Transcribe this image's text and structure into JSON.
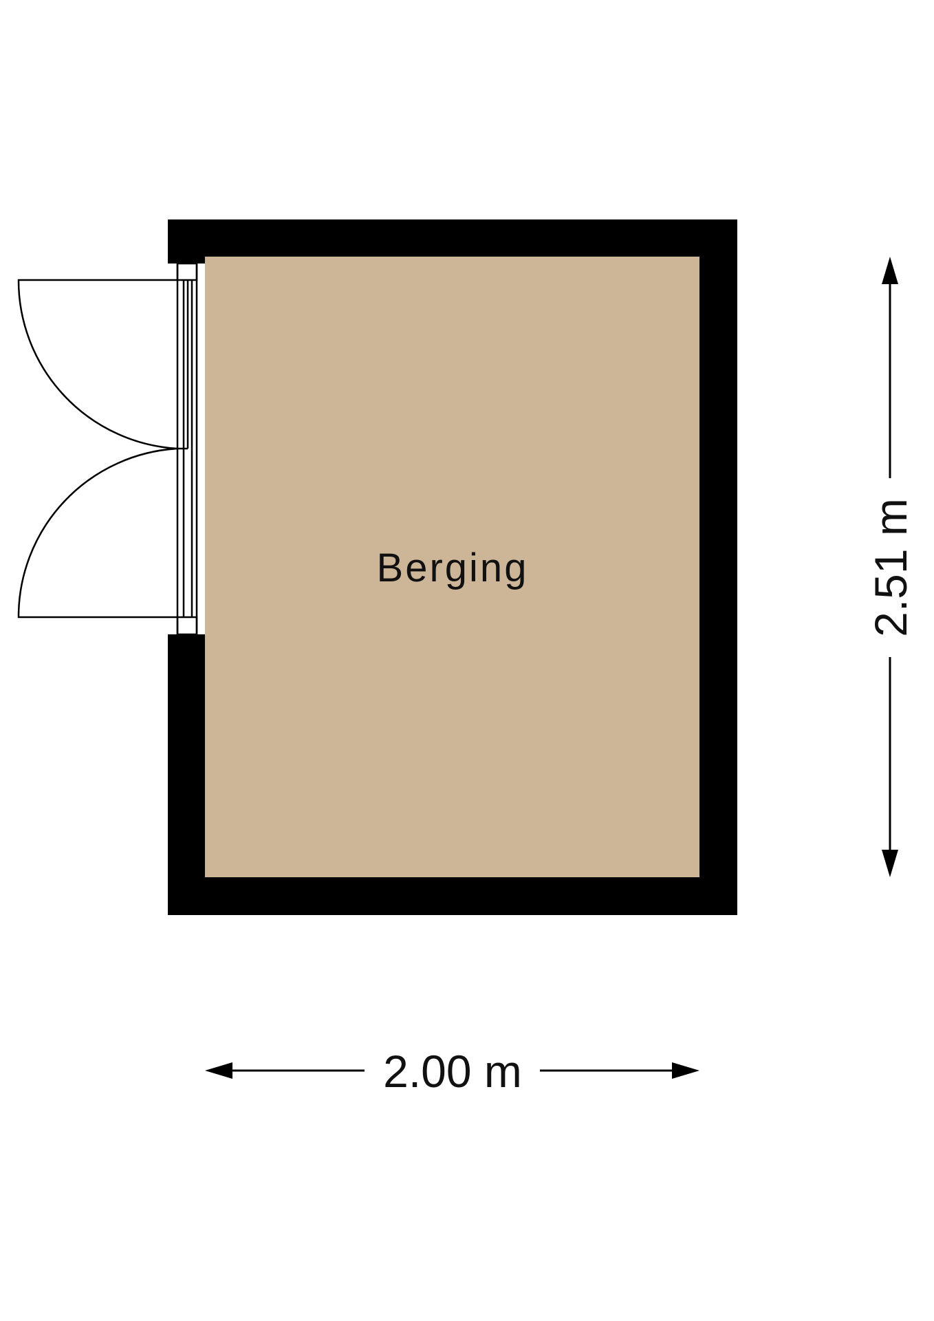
{
  "room": {
    "label": "Berging",
    "floor_color": "#CDB598",
    "wall_color": "#000000"
  },
  "dimensions": {
    "width": "2.00 m",
    "height": "2.51 m"
  }
}
